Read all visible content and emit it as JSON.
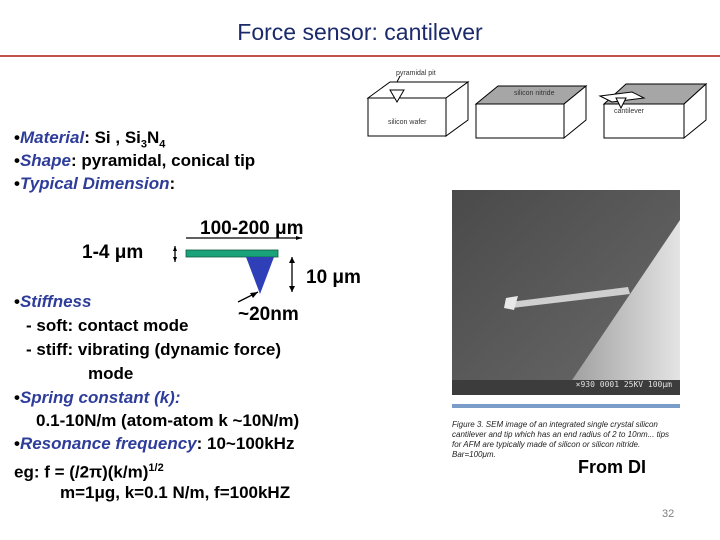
{
  "slide": {
    "title": "Force sensor: cantilever",
    "page_number": "32",
    "source": "From DI"
  },
  "bullets": {
    "material": {
      "bullet": "•",
      "label": "Material",
      "value": ": Si , Si",
      "sub3": "3",
      "n": "N",
      "sub4": "4"
    },
    "shape": {
      "bullet": "•",
      "label": "Shape",
      "value": ": pyramidal, conical tip"
    },
    "typical": {
      "bullet": "•",
      "label": "Typical Dimension",
      "value": ":"
    },
    "stiffness": {
      "bullet": "•",
      "label": "Stiffness"
    },
    "soft": "- soft: contact mode",
    "stiff": "- stiff: vibrating (dynamic force)",
    "stiff_cont": "mode",
    "spring": {
      "bullet": "•",
      "label": "Spring constant (k):"
    },
    "spring_value": "0.1-10N/m (atom-atom k ~10N/m)",
    "resonance": {
      "bullet": "•",
      "label": "Resonance frequency",
      "value": ": 10~100kHz"
    },
    "eg": "eg: f = (/2π)(k/m)",
    "eg_sup": "1/2",
    "eg_values": "m=1μg, k=0.1 N/m,  f=100kHZ"
  },
  "dimensions": {
    "length": "100-200 μm",
    "thickness": "1-4 μm",
    "tip_height": "10 μm",
    "tip_radius": "~20nm"
  },
  "fabrication": {
    "labels": [
      "pyramidal pit",
      "silicon nitride",
      "silicon wafer",
      "cantilever"
    ]
  },
  "sem": {
    "label": "×930   0001  25KV  100μm",
    "caption": "Figure 3. SEM image of an integrated single crystal silicon cantilever and tip which has an end radius of 2 to 10nm... tips for AFM are typically made of silicon or silicon nitride. Bar=100μm."
  },
  "colors": {
    "title": "#1b2a6b",
    "rule": "#c0504d",
    "label": "#2e3d9a",
    "cantilever": "#1aa37a",
    "tip": "#2f3fb8"
  }
}
